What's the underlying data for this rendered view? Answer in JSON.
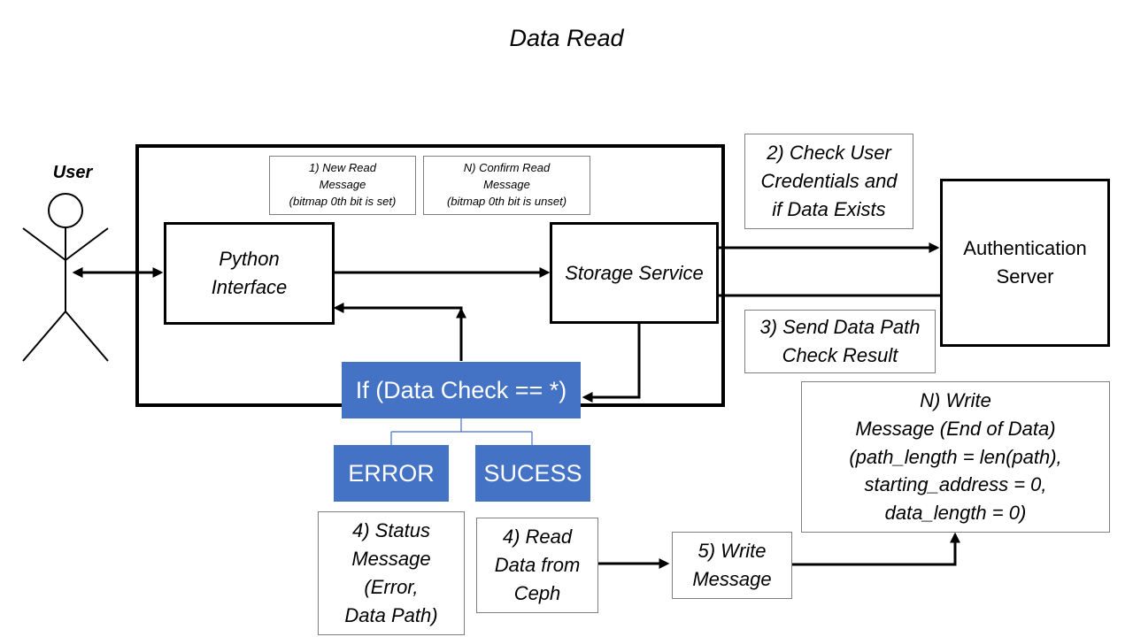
{
  "diagram": {
    "title": "Data Read",
    "user_label": "User",
    "python_interface": "Python\nInterface",
    "storage_service": "Storage Service",
    "authentication_server": "Authentication\nServer",
    "decision": "If (Data Check == *)",
    "error": "ERROR",
    "success": "SUCESS",
    "notes": {
      "new_read": "1) New Read\nMessage\n(bitmap 0th bit is set)",
      "confirm_read": "N) Confirm Read\nMessage\n(bitmap 0th bit is unset)",
      "check_credentials": "2) Check User\nCredentials and\nif Data Exists",
      "send_path": "3) Send Data Path\nCheck Result",
      "write_end": "N) Write\nMessage (End of Data)\n(path_length = len(path),\nstarting_address = 0,\ndata_length = 0)",
      "status_message": "4) Status\nMessage\n(Error,\nData Path)",
      "read_ceph": "4) Read\nData from\nCeph",
      "write_message": "5) Write\nMessage"
    }
  },
  "colors": {
    "accent_blue": "#4472c4",
    "line": "#000000",
    "note_border": "#7f7f7f",
    "connector": "#4472c4"
  }
}
